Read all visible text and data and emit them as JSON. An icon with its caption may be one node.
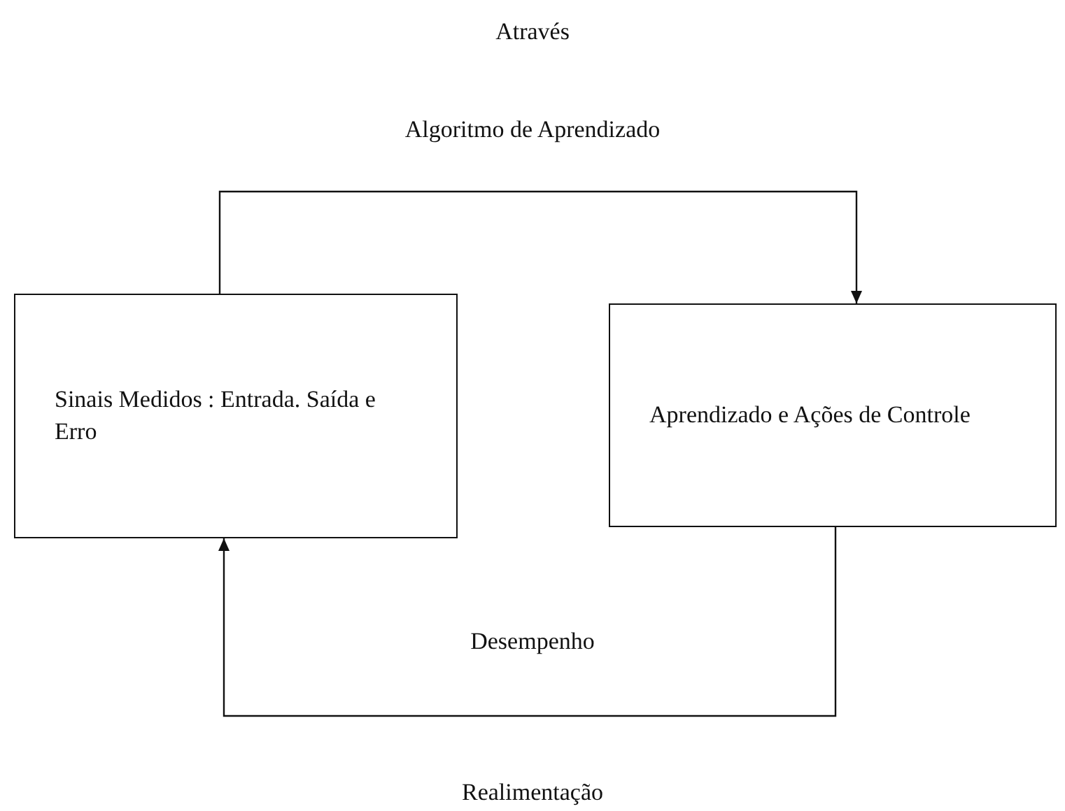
{
  "diagram": {
    "nodes": [
      {
        "text": [
          "Sinais Medidos : Entrada. Saída e Erro"
        ]
      },
      {
        "text": [
          "Aprendizado e Ações de Controle"
        ]
      }
    ],
    "edges": [
      {
        "from": 0,
        "to": 1,
        "arrow": "to"
      },
      {
        "from": 1,
        "to": 0,
        "arrow": "to"
      }
    ],
    "labels": [
      "Através",
      "Algoritmo de Aprendizado",
      "Desempenho",
      "Realimentação"
    ]
  }
}
